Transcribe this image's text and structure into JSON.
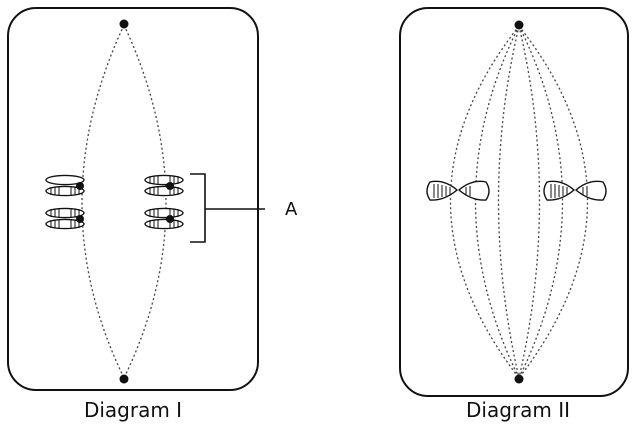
{
  "diagrams": [
    {
      "caption": "Diagram I"
    },
    {
      "caption": "Diagram II"
    }
  ],
  "labels": {
    "a": "A"
  },
  "colors": {
    "ink": "#111111",
    "background": "#ffffff"
  }
}
